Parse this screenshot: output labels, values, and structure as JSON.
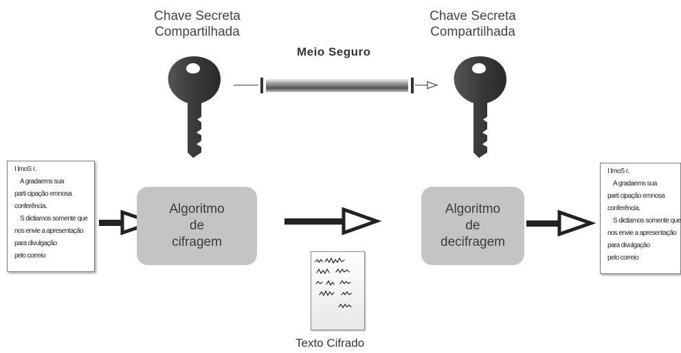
{
  "keys": {
    "left_label": [
      "Chave Secreta",
      "Compartilhada"
    ],
    "right_label": [
      "Chave Secreta",
      "Compartilhada"
    ]
  },
  "channel": {
    "label": "Meio Seguro"
  },
  "encrypt": {
    "label": [
      "Algoritmo",
      "de",
      "cifragem"
    ]
  },
  "decrypt": {
    "label": [
      "Algoritmo",
      "de",
      "decifragem"
    ]
  },
  "plaintext_left": {
    "lines": [
      "I lmoS r.",
      "A gradaems sua",
      "parti cipação emnosa",
      "conferência.",
      "S dictiamos somente que",
      "nos envie a apresentação",
      "para divulgação",
      "pelo correio"
    ]
  },
  "plaintext_right": {
    "lines": [
      "I lmoS r.",
      "A gradaems sua",
      "parti cipação emnosa",
      "conferência.",
      "S dictiamos somente que",
      "nos envie a apresentação",
      "para divulgação",
      "pelo correio"
    ]
  },
  "ciphertext": {
    "label": "Texto Cifrado"
  },
  "colors": {
    "key": "#3c3c3c",
    "box": "#c4c4c4",
    "arrow": "#2a2a2a"
  }
}
